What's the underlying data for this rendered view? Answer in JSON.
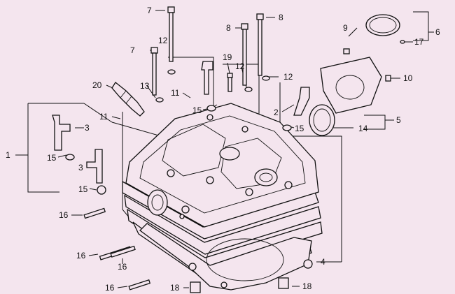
{
  "callouts": [
    "1",
    "2",
    "3",
    "4",
    "5",
    "6",
    "7",
    "8",
    "9",
    "10",
    "11",
    "12",
    "13",
    "14",
    "15",
    "16",
    "17",
    "18",
    "19",
    "20"
  ],
  "colors": {
    "background": "#f4e5ee",
    "ink": "#111111"
  }
}
